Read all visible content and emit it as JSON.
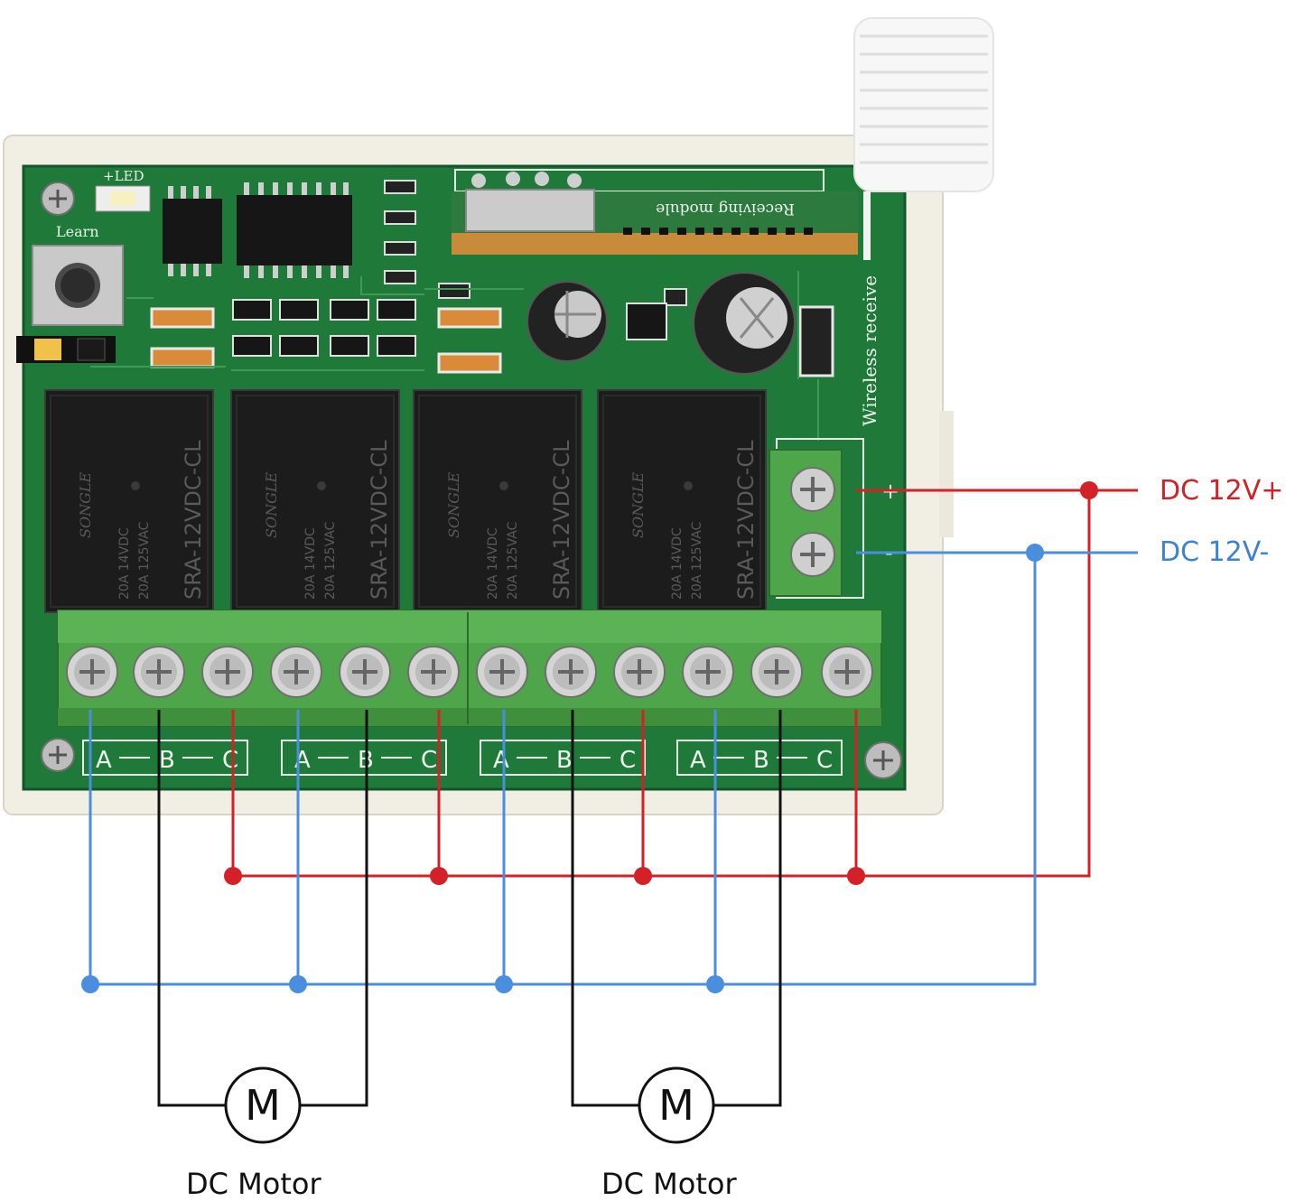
{
  "board": {
    "led_label": "+LED",
    "learn_label": "Learn",
    "module_label": "Receiving module",
    "wireless_label": "Wireless receive",
    "relay_brand": "SONGLE",
    "relay_model": "SRA-12VDC-CL",
    "relay_rating_dc": "20A 14VDC",
    "relay_rating_ac": "20A 125VAC",
    "terminal_plus": "+",
    "terminal_minus": "-",
    "terminal_groups": [
      {
        "a": "A",
        "b": "B",
        "c": "C"
      },
      {
        "a": "A",
        "b": "B",
        "c": "C"
      },
      {
        "a": "A",
        "b": "B",
        "c": "C"
      },
      {
        "a": "A",
        "b": "B",
        "c": "C"
      }
    ]
  },
  "power": {
    "plus_label": "DC 12V+",
    "minus_label": "DC 12V-",
    "plus_color": "#d42027",
    "minus_color": "#3b82d6"
  },
  "motors": [
    {
      "symbol": "M",
      "caption": "DC Motor"
    },
    {
      "symbol": "M",
      "caption": "DC Motor"
    }
  ],
  "colors": {
    "pcb": "#1f7a3a",
    "terminal_block": "#4fa54a",
    "relay": "#1c1c1c",
    "enclosure": "#f1efe4",
    "motor_wire": "#111111"
  }
}
